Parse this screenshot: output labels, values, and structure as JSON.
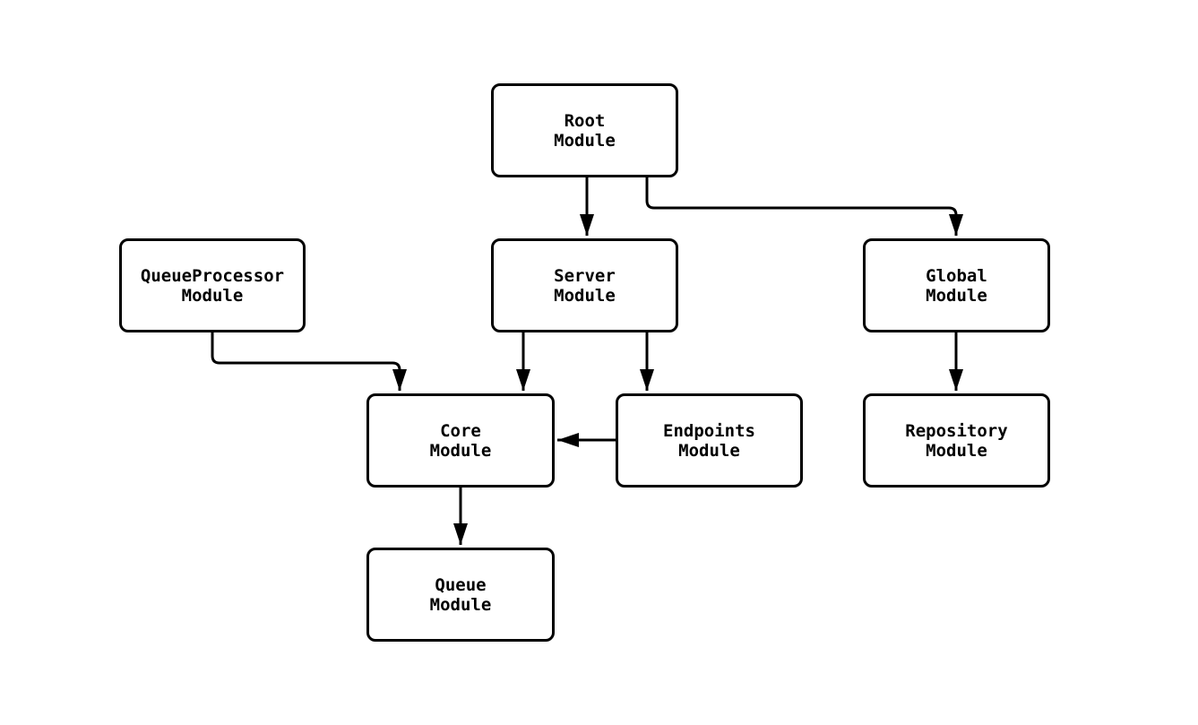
{
  "diagram": {
    "type": "flowchart",
    "background_color": "#ffffff",
    "line_color": "#000000",
    "node_fill_color": "#ffffff",
    "text_color": "#000000",
    "nodes": {
      "root": {
        "lines": [
          "Root",
          "Module"
        ]
      },
      "queueprocessor": {
        "lines": [
          "QueueProcessor",
          "Module"
        ]
      },
      "server": {
        "lines": [
          "Server",
          "Module"
        ]
      },
      "global": {
        "lines": [
          "Global",
          "Module"
        ]
      },
      "core": {
        "lines": [
          "Core",
          "Module"
        ]
      },
      "endpoints": {
        "lines": [
          "Endpoints",
          "Module"
        ]
      },
      "repository": {
        "lines": [
          "Repository",
          "Module"
        ]
      },
      "queue": {
        "lines": [
          "Queue",
          "Module"
        ]
      }
    },
    "edges": [
      {
        "from": "root",
        "to": "server"
      },
      {
        "from": "root",
        "to": "global"
      },
      {
        "from": "queueprocessor",
        "to": "core"
      },
      {
        "from": "server",
        "to": "core"
      },
      {
        "from": "server",
        "to": "endpoints"
      },
      {
        "from": "endpoints",
        "to": "core"
      },
      {
        "from": "global",
        "to": "repository"
      },
      {
        "from": "core",
        "to": "queue"
      }
    ]
  }
}
